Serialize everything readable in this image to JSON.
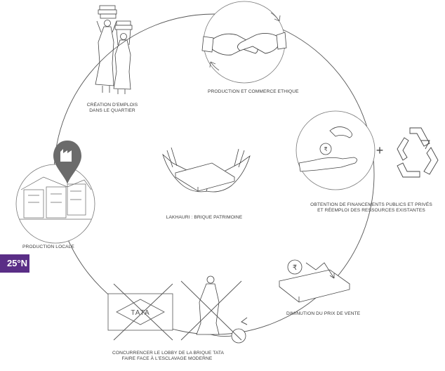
{
  "badge": {
    "text": "25°N",
    "color": "#5a2e86"
  },
  "labels": {
    "production_ethique": "PRODUCTION ET COMMERCE ETHIQUE",
    "creation_emplois_1": "CRÉATION D'EMPLOIS",
    "creation_emplois_2": "DANS LE QUARTIER",
    "financements_1": "OBTENTION DE FINANCEMENTS PUBLICS ET PRIVÉS",
    "financements_2": "ET RÉEMPLOI DES RESSOURCES EXISTANTES",
    "lakhauri": "LAKHAURI : BRIQUE PATRIMOINE",
    "production_locale": "PRODUCTION LOCALE",
    "diminution_prix": "DIMINUTION DU PRIX DE VENTE",
    "concurrencer_1": "CONCURRENCER LE LOBBY DE LA BRIQUE TATA",
    "concurrencer_2": "FAIRE FACE À L'ESCLAVAGE MODERNE"
  },
  "symbols": {
    "plus": "+",
    "rupee": "₹",
    "brand_on_brick": "TATA"
  },
  "icons": [
    "women-carrying-bricks-icon",
    "handshake-icon",
    "hand-coin-icon",
    "recycle-icon",
    "hands-holding-brick-icon",
    "location-pin-factory-icon",
    "brick-price-drop-icon",
    "crossed-tata-brick-icon",
    "crossed-slave-figure-icon"
  ]
}
